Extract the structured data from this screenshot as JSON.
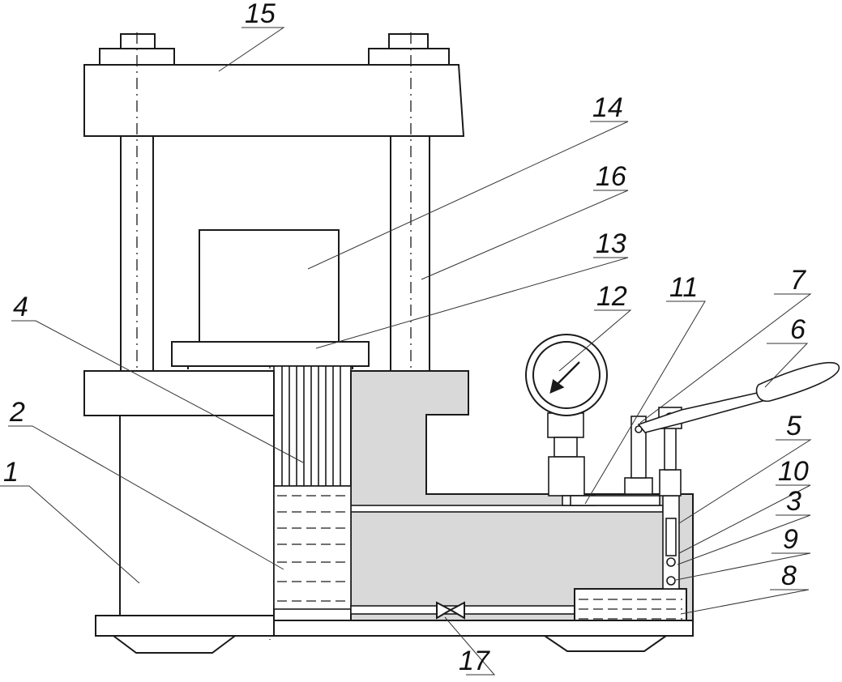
{
  "diagram": {
    "labels": {
      "l1": "1",
      "l2": "2",
      "l3": "3",
      "l4": "4",
      "l5": "5",
      "l6": "6",
      "l7": "7",
      "l8": "8",
      "l9": "9",
      "l10": "10",
      "l11": "11",
      "l12": "12",
      "l13": "13",
      "l14": "14",
      "l15": "15",
      "l16": "16",
      "l17": "17"
    },
    "colors": {
      "line": "#1a1a1a",
      "body_fill": "#d9d9d9",
      "white": "#ffffff"
    }
  }
}
